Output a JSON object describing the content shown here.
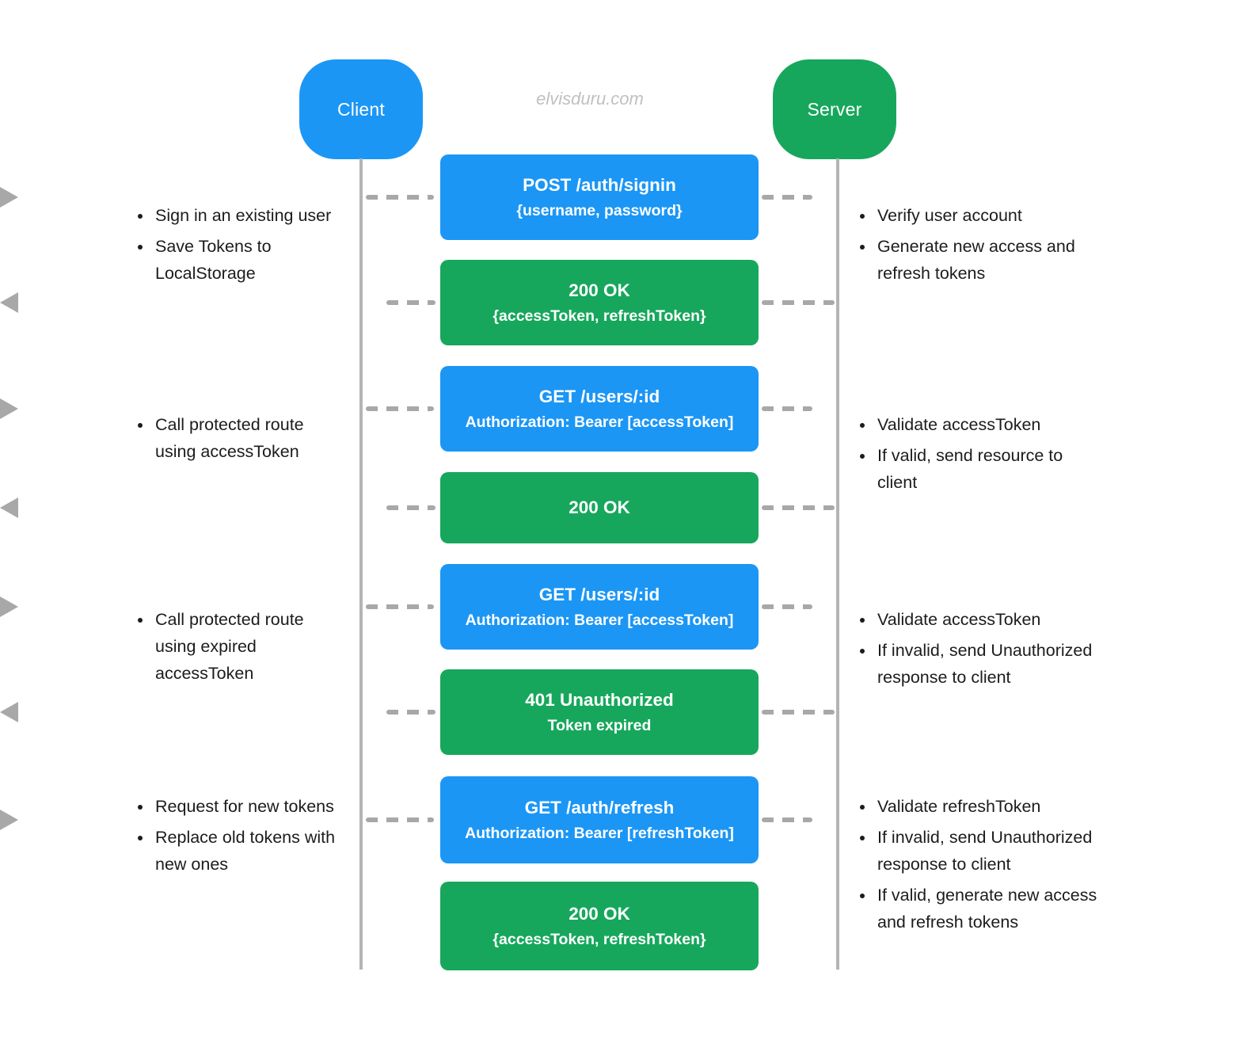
{
  "watermark": "elvisduru.com",
  "actors": {
    "client": "Client",
    "server": "Server"
  },
  "colors": {
    "request_blue": "#1B96F5",
    "response_green": "#17A75C",
    "lifeline_gray": "#b4b4b4",
    "arrow_gray": "#a8a8a8",
    "note_text": "#1c1c1e"
  },
  "messages": [
    {
      "line1": "POST /auth/signin",
      "line2": "{username, password}",
      "direction": "client-to-server",
      "style": "blue"
    },
    {
      "line1": "200 OK",
      "line2": "{accessToken, refreshToken}",
      "direction": "server-to-client",
      "style": "green"
    },
    {
      "line1": "GET /users/:id",
      "line2": "Authorization: Bearer [accessToken]",
      "direction": "client-to-server",
      "style": "blue"
    },
    {
      "line1": "200 OK",
      "line2": "",
      "direction": "server-to-client",
      "style": "green"
    },
    {
      "line1": "GET /users/:id",
      "line2": "Authorization: Bearer [accessToken]",
      "direction": "client-to-server",
      "style": "blue"
    },
    {
      "line1": "401 Unauthorized",
      "line2": "Token expired",
      "direction": "server-to-client",
      "style": "green"
    },
    {
      "line1": "GET /auth/refresh",
      "line2": "Authorization: Bearer [refreshToken]",
      "direction": "client-to-server",
      "style": "blue"
    },
    {
      "line1": "200 OK",
      "line2": "{accessToken, refreshToken}",
      "direction": "none",
      "style": "green"
    }
  ],
  "client_notes": [
    {
      "items": [
        "Sign in an existing user",
        "Save Tokens to LocalStorage"
      ]
    },
    {
      "items": [
        "Call protected route using accessToken"
      ]
    },
    {
      "items": [
        "Call protected route using expired accessToken"
      ]
    },
    {
      "items": [
        "Request for new tokens",
        "Replace old tokens with new ones"
      ]
    }
  ],
  "server_notes": [
    {
      "items": [
        "Verify user account",
        "Generate new access and refresh tokens"
      ]
    },
    {
      "items": [
        "Validate accessToken",
        "If valid, send resource to client"
      ]
    },
    {
      "items": [
        "Validate accessToken",
        "If invalid, send Unauthorized response to client"
      ]
    },
    {
      "items": [
        "Validate refreshToken",
        "If invalid, send Unauthorized response to client",
        "If valid, generate new access and refresh tokens"
      ]
    }
  ]
}
